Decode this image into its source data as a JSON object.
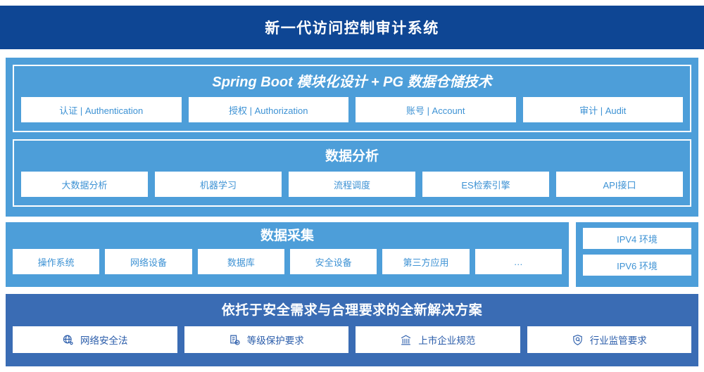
{
  "header": {
    "title": "新一代访问控制审计系统"
  },
  "platform": {
    "title": "Spring Boot 模块化设计 + PG 数据仓储技术",
    "modules": [
      {
        "label": "认证 | Authentication"
      },
      {
        "label": "授权 | Authorization"
      },
      {
        "label": "账号 | Account"
      },
      {
        "label": "审计 | Audit"
      }
    ]
  },
  "analysis": {
    "title": "数据分析",
    "modules": [
      {
        "label": "大数据分析"
      },
      {
        "label": "机器学习"
      },
      {
        "label": "流程调度"
      },
      {
        "label": "ES检索引擎"
      },
      {
        "label": "API接口"
      }
    ]
  },
  "collection": {
    "title": "数据采集",
    "sources": [
      {
        "label": "操作系统"
      },
      {
        "label": "网络设备"
      },
      {
        "label": "数据库"
      },
      {
        "label": "安全设备"
      },
      {
        "label": "第三方应用"
      },
      {
        "label": "…"
      }
    ]
  },
  "environment": {
    "items": [
      {
        "label": "IPV4 环境"
      },
      {
        "label": "IPV6 环境"
      }
    ]
  },
  "compliance": {
    "title": "依托于安全需求与合理要求的全新解决方案",
    "items": [
      {
        "label": "网络安全法",
        "icon": "globe-network-icon"
      },
      {
        "label": "等级保护要求",
        "icon": "document-check-icon"
      },
      {
        "label": "上市企业规范",
        "icon": "bank-building-icon"
      },
      {
        "label": "行业监管要求",
        "icon": "shield-search-icon"
      }
    ]
  },
  "colors": {
    "header_bg": "#0e4694",
    "panel_blue": "#4d9ed9",
    "bottom_blue": "#3a6cb4",
    "chip_text": "#3d92d4",
    "compliance_text": "#2a5caa"
  }
}
